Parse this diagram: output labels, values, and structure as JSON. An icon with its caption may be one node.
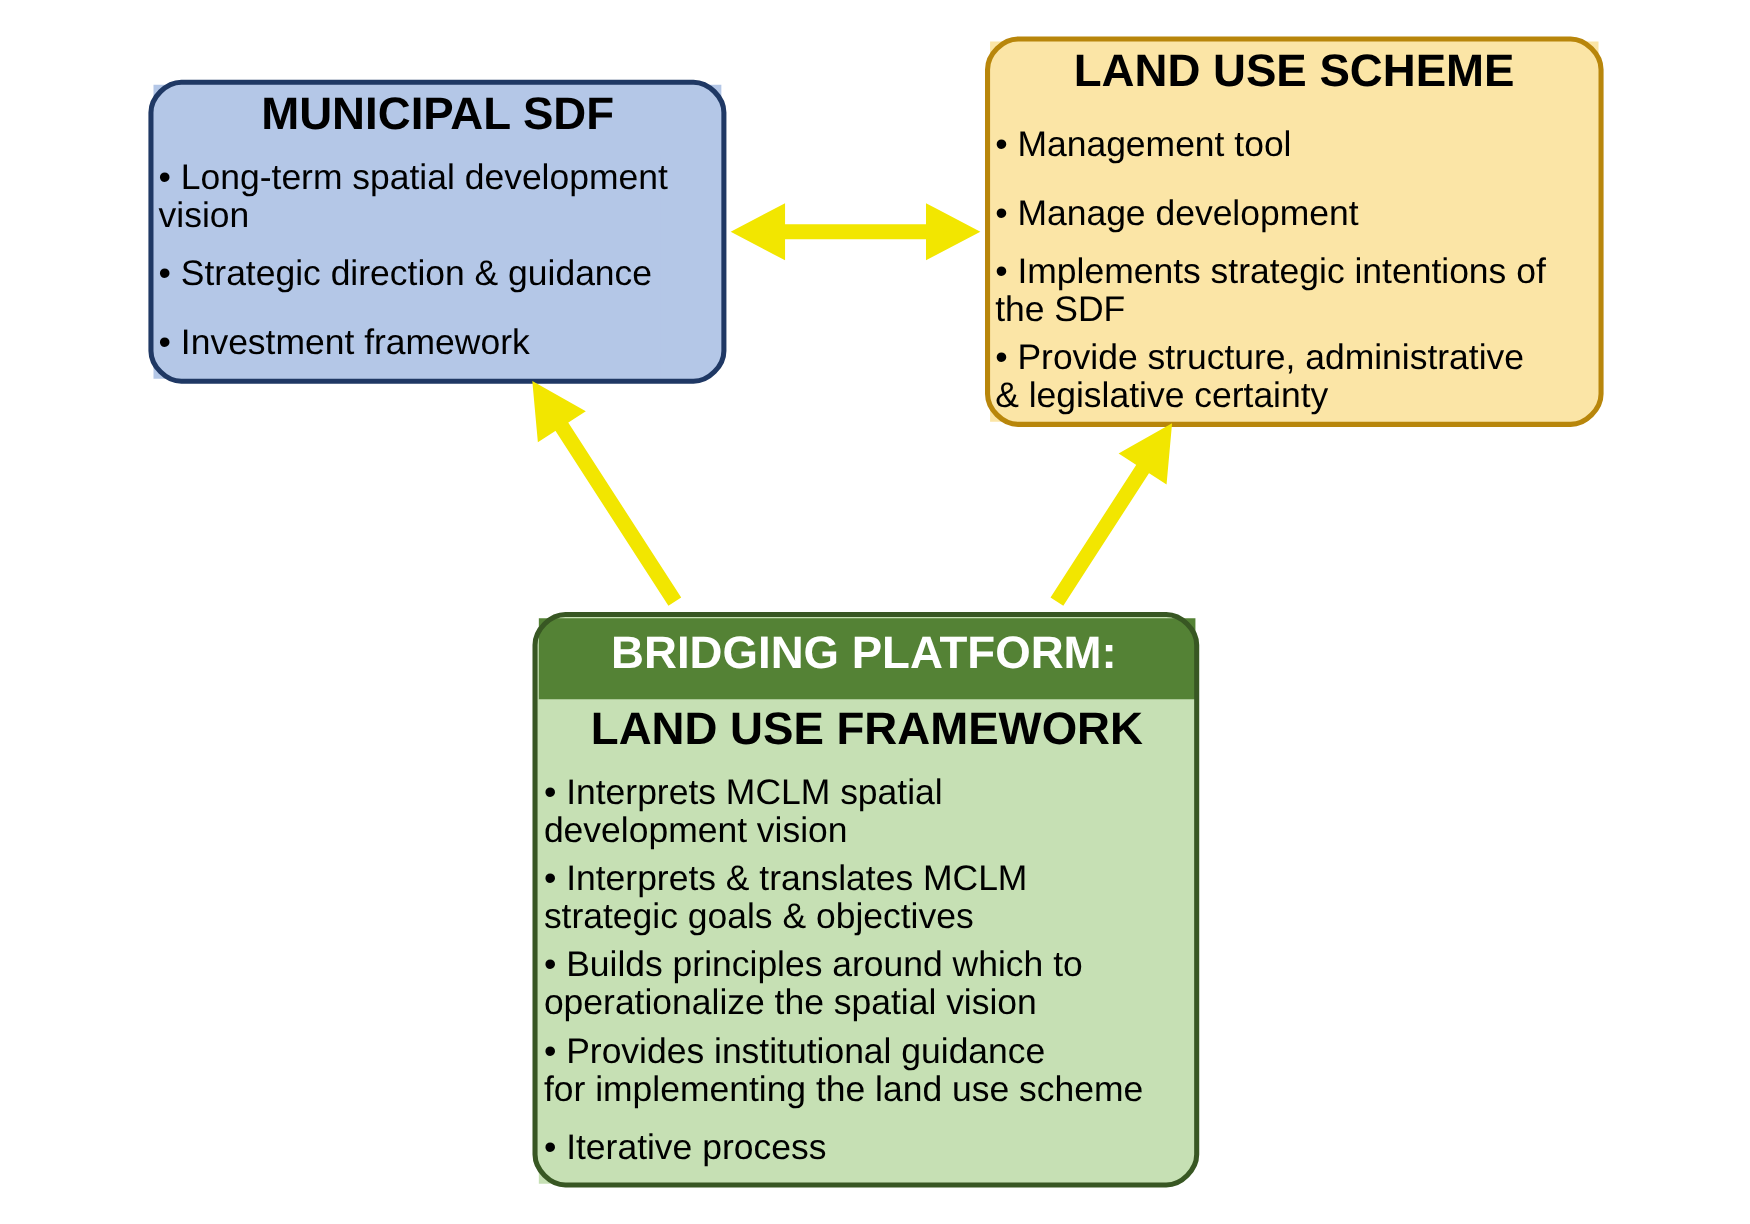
{
  "diagram": {
    "nodes": [
      {
        "text": [
          "MUNICIPAL SDF",
          "• Long-term spatial development vision",
          "• Strategic direction & guidance",
          "• Investment framework"
        ]
      },
      {
        "text": [
          "LAND USE SCHEME",
          "• Management tool",
          "• Manage development",
          "• Implements strategic intentions of the SDF",
          "• Provide structure, administrative & legislative certainty"
        ]
      },
      {
        "text": [
          "BRIDGING PLATFORM:",
          "LAND USE FRAMEWORK",
          "• Interprets MCLM spatial development vision",
          "• Interprets & translates MCLM strategic goals & objectives",
          "• Builds principles around which to operationalize the spatial vision",
          "• Provides institutional guidance for implementing the land use scheme",
          "• Iterative process"
        ]
      }
    ],
    "edges": [
      {
        "from": 0,
        "to": 1,
        "arrow": "both"
      },
      {
        "from": 2,
        "to": 0,
        "arrow": "to"
      },
      {
        "from": 2,
        "to": 1,
        "arrow": "to"
      }
    ]
  }
}
